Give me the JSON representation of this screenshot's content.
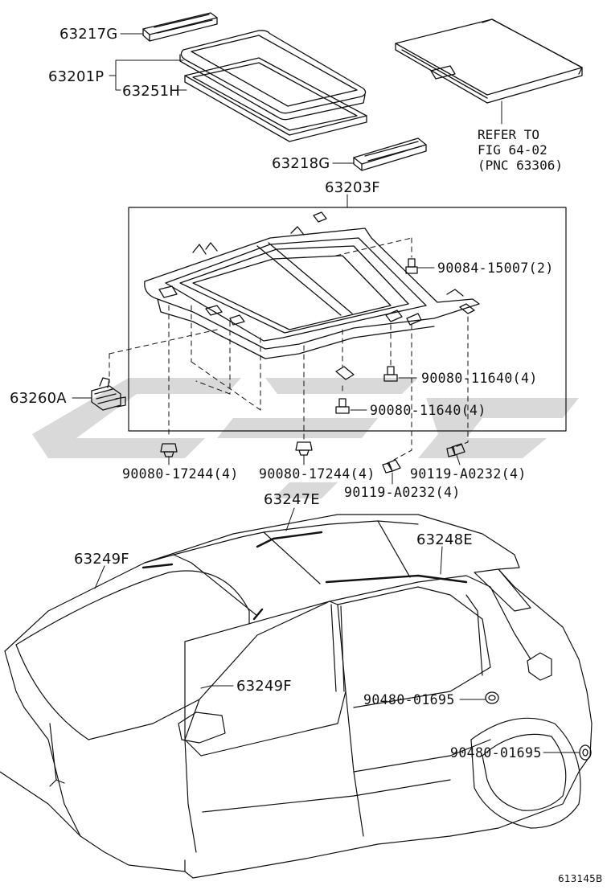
{
  "diagram": {
    "labels": {
      "p63217G": "63217G",
      "p63201P": "63201P",
      "p63251H": "63251H",
      "p63218G": "63218G",
      "p63203F": "63203F",
      "p63260A": "63260A",
      "p90084": "90084-15007(2)",
      "p90080_11640_a": "90080-11640(4)",
      "p90080_11640_b": "90080-11640(4)",
      "p90080_17244_a": "90080-17244(4)",
      "p90080_17244_b": "90080-17244(4)",
      "p90119_a": "90119-A0232(4)",
      "p90119_b": "90119-A0232(4)",
      "p63247E": "63247E",
      "p63248E": "63248E",
      "p63249F_a": "63249F",
      "p63249F_b": "63249F",
      "p90480_a": "90480-01695",
      "p90480_b": "90480-01695"
    },
    "refer": {
      "line1": "REFER TO",
      "line2": "FIG 64-02",
      "line3": "(PNC 63306)"
    },
    "figure_number": "613145B"
  }
}
